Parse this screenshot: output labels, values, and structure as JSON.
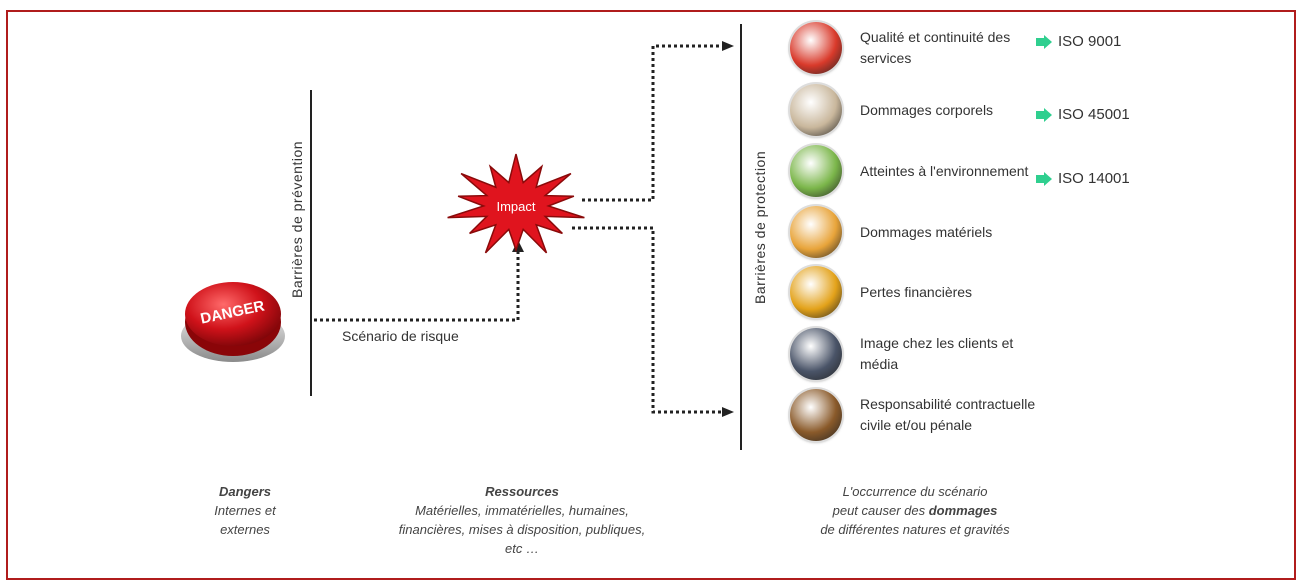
{
  "left_barrier_label": "Barrières de prévention",
  "right_barrier_label": "Barrières de protection",
  "danger_button_text": "DANGER",
  "impact_label": "Impact",
  "scenario_label": "Scénario de risque",
  "consequences": [
    {
      "label": "Qualité et continuité des services",
      "icon": "broken-chart-icon",
      "color": "#d93a2b"
    },
    {
      "label": "Dommages corporels",
      "icon": "injured-person-icon",
      "color": "#c9b79c"
    },
    {
      "label": "Atteintes à l'environnement",
      "icon": "leaf-icon",
      "color": "#7bb64a"
    },
    {
      "label": "Dommages matériels",
      "icon": "fire-icon",
      "color": "#e8a43a"
    },
    {
      "label": "Pertes financières",
      "icon": "euro-coin-icon",
      "color": "#e3a21a"
    },
    {
      "label": "Image chez les clients et média",
      "icon": "faces-icon",
      "color": "#4a5468"
    },
    {
      "label": "Responsabilité contractuelle civile et/ou pénale",
      "icon": "justice-icon",
      "color": "#8a5a2a"
    }
  ],
  "iso_standards": [
    {
      "label": "ISO 9001"
    },
    {
      "label": "ISO 45001"
    },
    {
      "label": "ISO 14001"
    }
  ],
  "captions": {
    "dangers": {
      "title": "Dangers",
      "lines": [
        "Internes et",
        "externes"
      ]
    },
    "ressources": {
      "title": "Ressources",
      "lines": [
        "Matérielles, immatérielles, humaines,",
        "financières, mises à disposition, publiques,",
        "etc …"
      ]
    },
    "occurrence": {
      "line1": "L'occurrence du scénario",
      "line2_prefix": "peut causer des ",
      "line2_bold": "dommages",
      "line3": "de différentes natures et gravités"
    }
  },
  "colors": {
    "frame": "#b01c1c",
    "impact": "#e0141e",
    "iso_arrow": "#2fcf8f",
    "danger": "#d0121a"
  }
}
